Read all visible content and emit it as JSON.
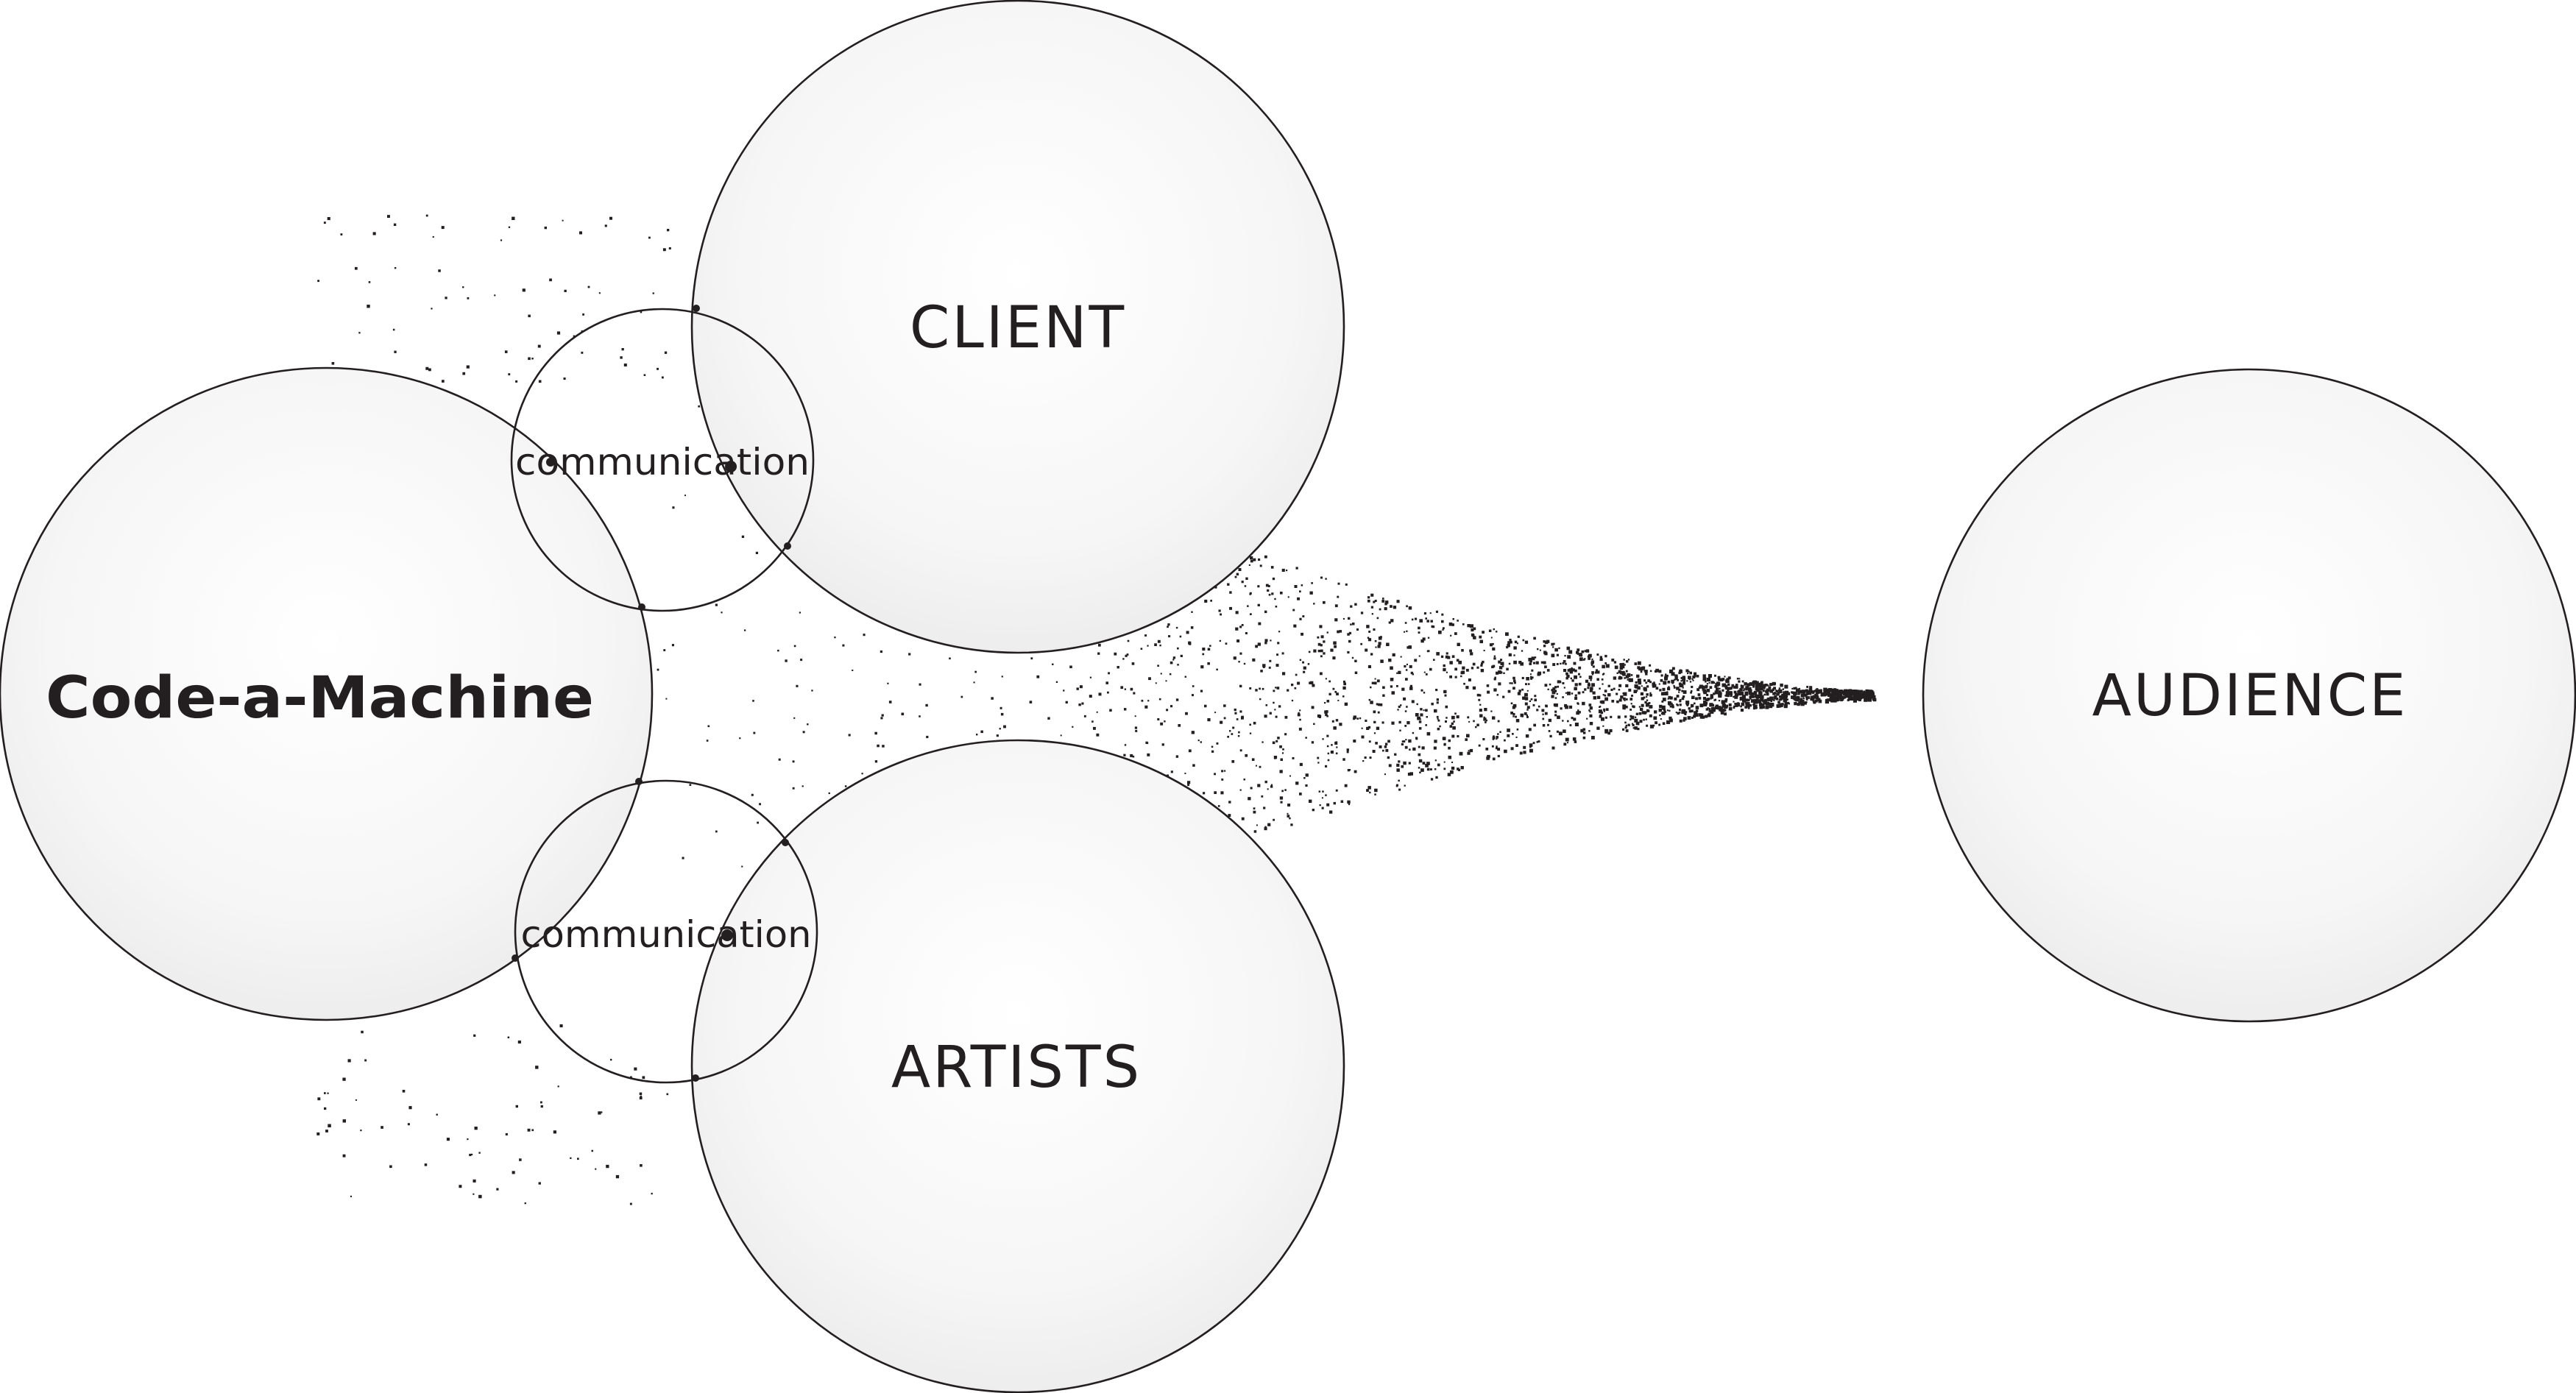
{
  "diagram": {
    "nodes": {
      "brand": {
        "label": "Code-a-Machine"
      },
      "client": {
        "label": "CLIENT"
      },
      "artists": {
        "label": "ARTISTS"
      },
      "audience": {
        "label": "AUDIENCE"
      }
    },
    "connectors": {
      "top": {
        "label": "communication"
      },
      "bottom": {
        "label": "communication"
      }
    }
  },
  "colors": {
    "ink": "#231f20",
    "fill": "#f4f4f4",
    "background": "#ffffff"
  }
}
